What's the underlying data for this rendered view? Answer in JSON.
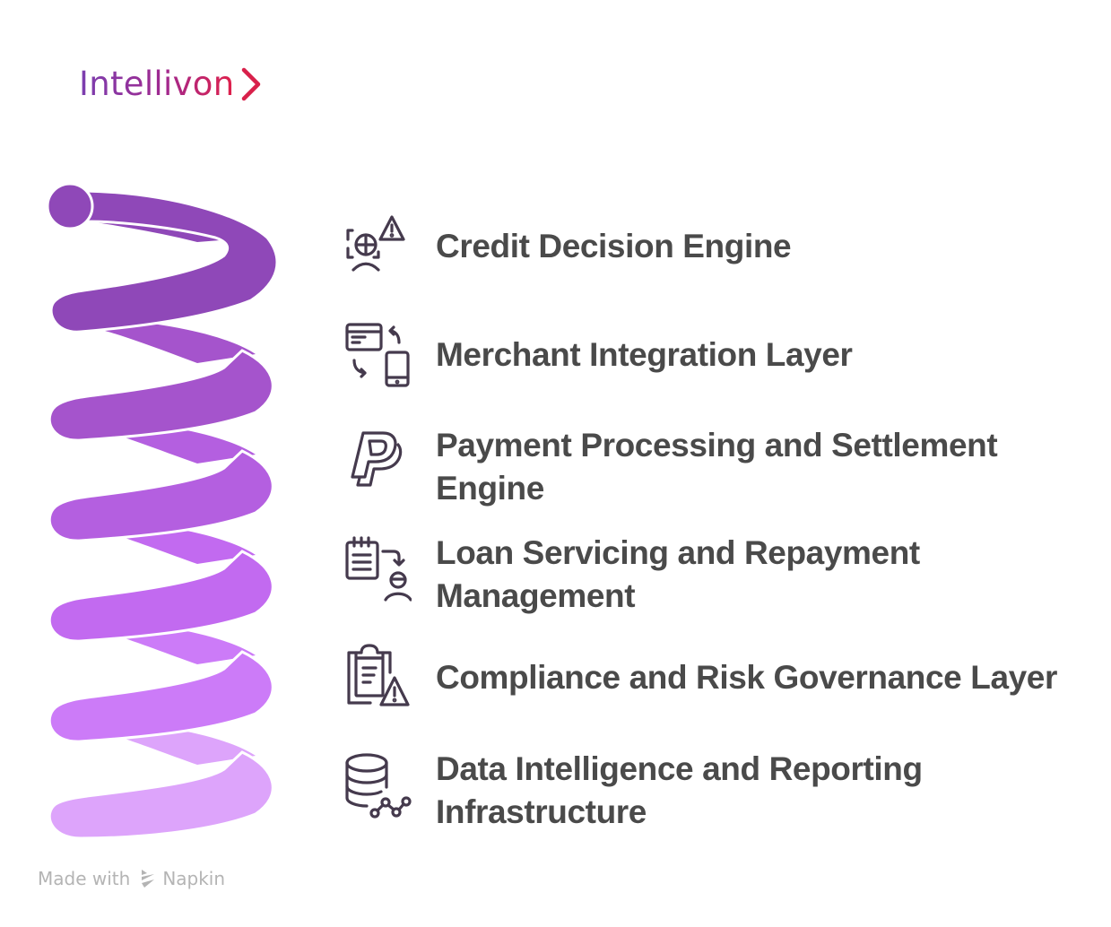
{
  "brand": {
    "name": "Intellivon",
    "logo_icon": "chevron-right-icon",
    "gradient": [
      "#7b3fb0",
      "#a0298f",
      "#e0204a"
    ]
  },
  "diagram": {
    "type": "spiral-list",
    "spiral_colors": [
      "#8f48b8",
      "#a554cc",
      "#b45fe0",
      "#c26af0",
      "#cc7bf8",
      "#dda4fb"
    ],
    "text_color": "#4a4a4a",
    "icon_color": "#453a4d",
    "items": [
      {
        "label": "Credit Decision Engine",
        "icon": "globe-scan-warning-icon"
      },
      {
        "label": "Merchant Integration Layer",
        "icon": "card-to-mobile-sync-icon"
      },
      {
        "label_line1": "Payment Processing and Settlement",
        "label_line2": "Engine",
        "icon": "paypal-icon"
      },
      {
        "label_line1": "Loan Servicing and Repayment",
        "label_line2": "Management",
        "icon": "notepad-to-user-icon"
      },
      {
        "label": "Compliance and Risk Governance Layer",
        "icon": "clipboard-warning-icon"
      },
      {
        "label_line1": "Data Intelligence and Reporting",
        "label_line2": "Infrastructure",
        "icon": "database-network-icon"
      }
    ]
  },
  "footer": {
    "made_with": "Made with",
    "tool": "Napkin",
    "icon": "napkin-logo-icon"
  }
}
